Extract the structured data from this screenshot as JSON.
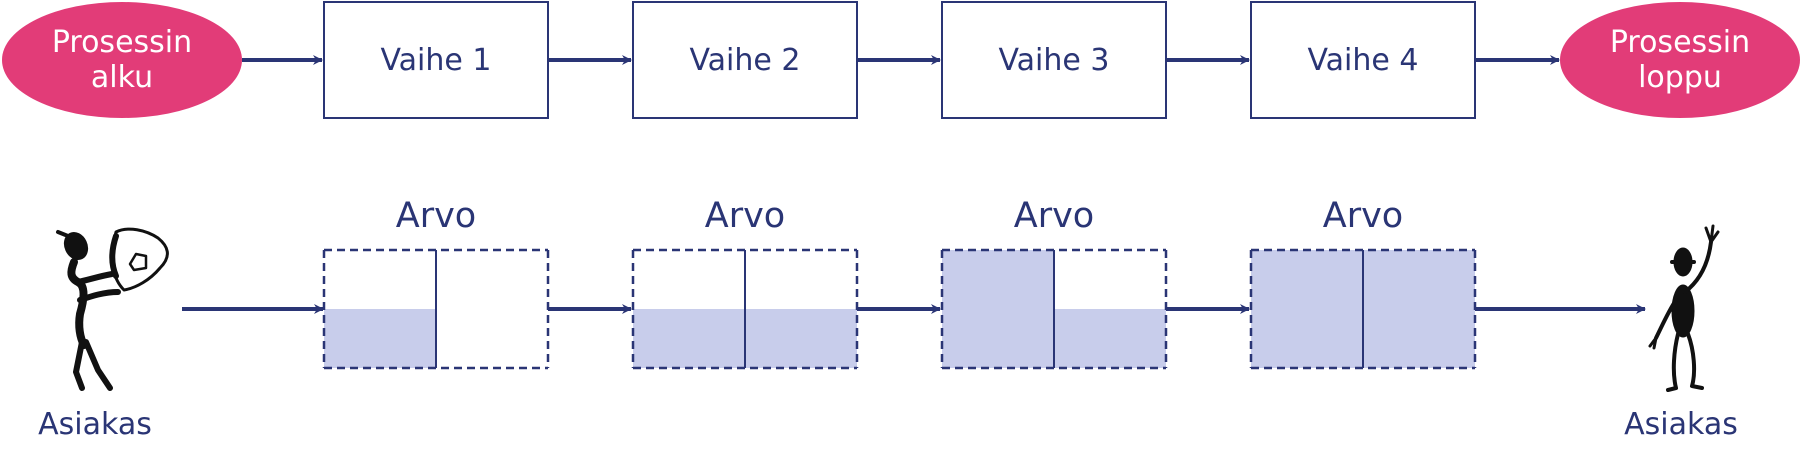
{
  "process": {
    "start_label": "Prosessin alku",
    "end_label": "Prosessin loppu",
    "steps": [
      "Vaihe 1",
      "Vaihe 2",
      "Vaihe 3",
      "Vaihe 4"
    ]
  },
  "value_blocks": [
    {
      "label": "Arvo",
      "filled": [
        false,
        false,
        true,
        false
      ]
    },
    {
      "label": "Arvo",
      "filled": [
        false,
        false,
        true,
        true
      ]
    },
    {
      "label": "Arvo",
      "filled": [
        true,
        false,
        true,
        true
      ]
    },
    {
      "label": "Arvo",
      "filled": [
        true,
        true,
        true,
        true
      ]
    }
  ],
  "customer": {
    "left_label": "Asiakas",
    "right_label": "Asiakas"
  },
  "colors": {
    "navy": "#2a3575",
    "terminal": "#e23c78",
    "filled_cell": "#c8cdeb"
  }
}
